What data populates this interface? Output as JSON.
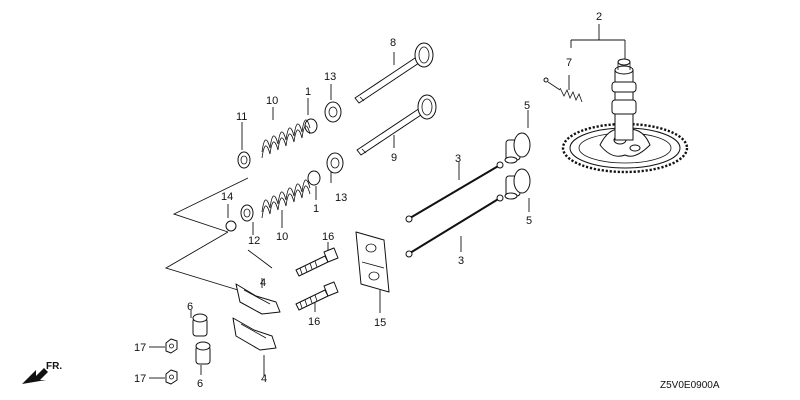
{
  "diagram": {
    "drawing_code": "Z5V0E0900A",
    "front_label": "FR.",
    "callouts": {
      "c1a": "1",
      "c1b": "1",
      "c2": "2",
      "c3a": "3",
      "c3b": "3",
      "c4a": "4",
      "c4b": "4",
      "c5a": "5",
      "c5b": "5",
      "c6a": "6",
      "c6b": "6",
      "c7": "7",
      "c8": "8",
      "c9": "9",
      "c10a": "10",
      "c10b": "10",
      "c11": "11",
      "c12": "12",
      "c13a": "13",
      "c13b": "13",
      "c14": "14",
      "c15": "15",
      "c16a": "16",
      "c16b": "16",
      "c17a": "17",
      "c17b": "17"
    }
  }
}
